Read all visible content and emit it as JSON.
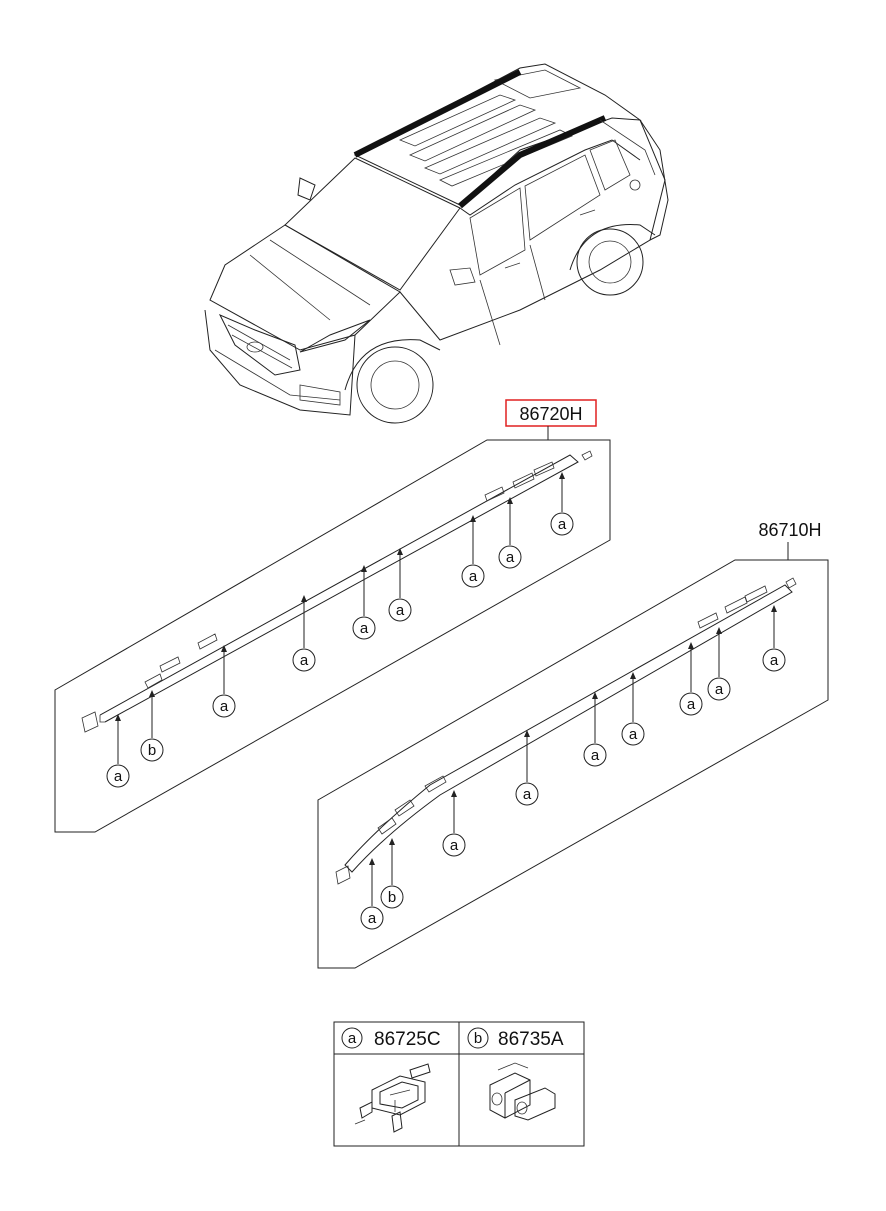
{
  "parts": {
    "upper_rail": {
      "part_number": "86720H",
      "highlight_color": "#e02020"
    },
    "lower_rail": {
      "part_number": "86710H"
    }
  },
  "markers": {
    "a": "a",
    "b": "b"
  },
  "legend": {
    "a": {
      "marker": "a",
      "part_number": "86725C"
    },
    "b": {
      "marker": "b",
      "part_number": "86735A"
    }
  },
  "icons": [
    "vehicle-illustration",
    "roof-rail-strip",
    "clip-icon",
    "bracket-icon"
  ]
}
